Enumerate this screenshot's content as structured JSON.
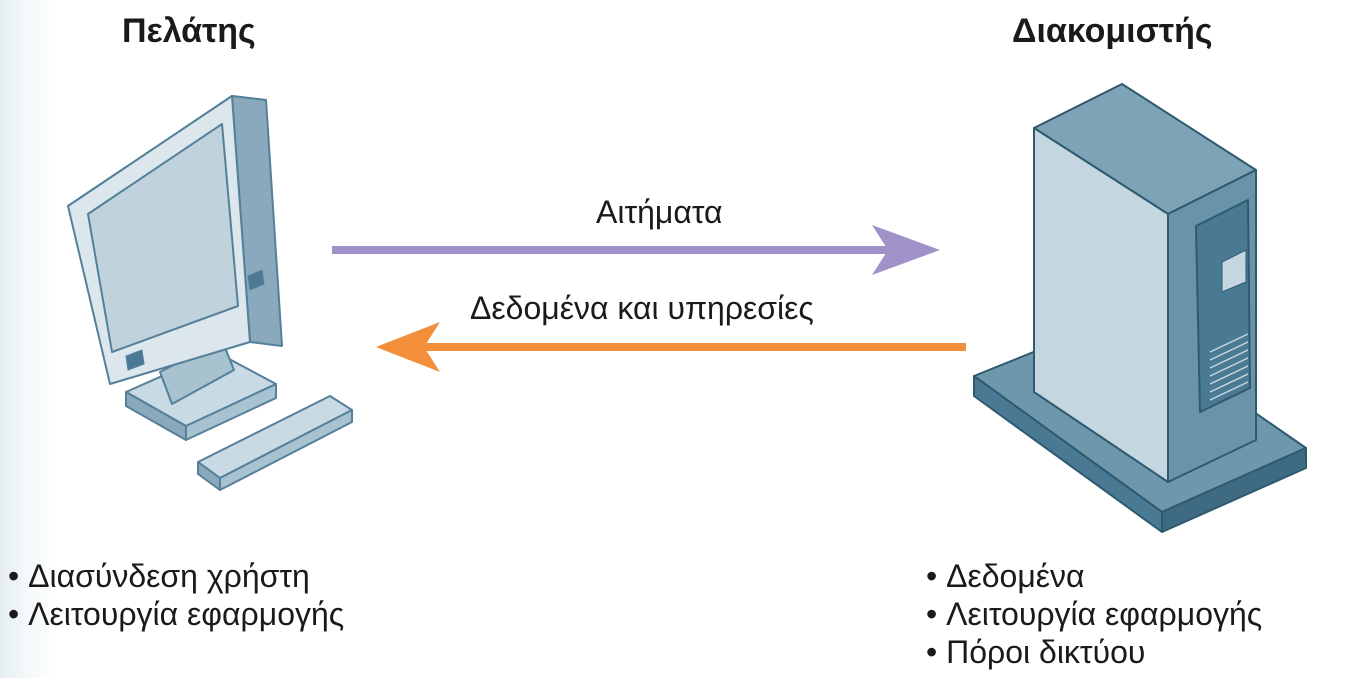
{
  "client": {
    "title": "Πελάτης",
    "bullets": [
      "Διασύνδεση χρήστη",
      "Λειτουργία εφαρμογής"
    ]
  },
  "server": {
    "title": "Διακομιστής",
    "bullets": [
      "Δεδομένα",
      "Λειτουργία εφαρμογής",
      "Πόροι δικτύου"
    ]
  },
  "arrows": {
    "requests": {
      "label": "Αιτήματα",
      "color": "#a092c8"
    },
    "responses": {
      "label": "Δεδομένα και υπηρεσίες",
      "color": "#f38f3a"
    }
  },
  "colors": {
    "device_light": "#c4d6e0",
    "device_mid": "#8aa9bc",
    "device_dark": "#4a7a93",
    "outline": "#55809a"
  },
  "icons": {
    "client": "desktop-computer-icon",
    "server": "tower-server-icon"
  }
}
